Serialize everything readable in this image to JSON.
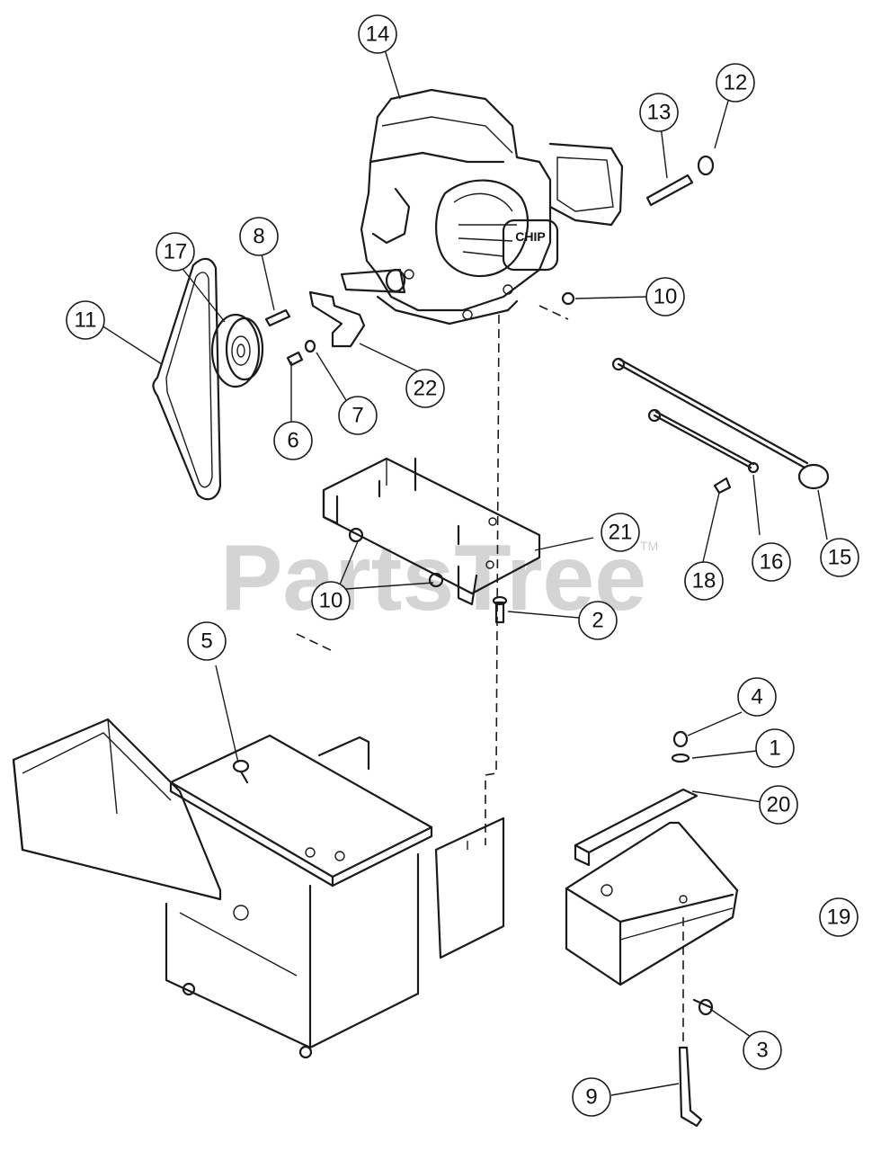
{
  "watermark": {
    "text": "PartsTree",
    "tm": "TM"
  },
  "engine_badge": "CHIP",
  "callouts": [
    {
      "label": "1"
    },
    {
      "label": "2"
    },
    {
      "label": "3"
    },
    {
      "label": "4"
    },
    {
      "label": "5"
    },
    {
      "label": "6"
    },
    {
      "label": "7"
    },
    {
      "label": "8"
    },
    {
      "label": "9"
    },
    {
      "label": "10"
    },
    {
      "label": "10"
    },
    {
      "label": "11"
    },
    {
      "label": "12"
    },
    {
      "label": "13"
    },
    {
      "label": "14"
    },
    {
      "label": "15"
    },
    {
      "label": "16"
    },
    {
      "label": "17"
    },
    {
      "label": "18"
    },
    {
      "label": "19"
    },
    {
      "label": "20"
    },
    {
      "label": "21"
    },
    {
      "label": "22"
    }
  ]
}
